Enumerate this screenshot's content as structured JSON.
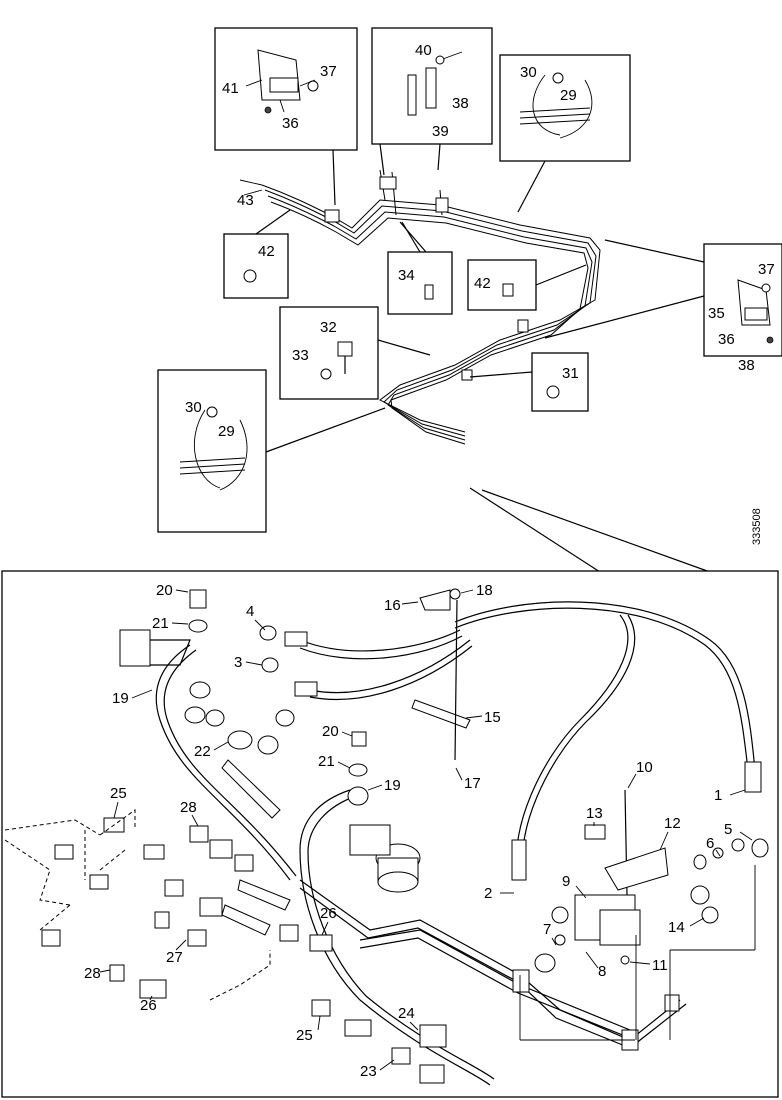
{
  "drawing_code": "333508",
  "top_labels": {
    "box_a": [
      "41",
      "37",
      "36"
    ],
    "box_b": [
      "40",
      "38",
      "39"
    ],
    "box_c": [
      "30",
      "29"
    ],
    "main_43": "43",
    "box_d": [
      "42"
    ],
    "box_e": [
      "34"
    ],
    "box_f": [
      "42"
    ],
    "box_g": [
      "37",
      "35",
      "36",
      "38"
    ],
    "box_h": [
      "32",
      "33"
    ],
    "box_i": [
      "31"
    ],
    "box_j": [
      "30",
      "29"
    ]
  },
  "detail_labels": {
    "l20a": "20",
    "l21a": "21",
    "l19a": "19",
    "l4": "4",
    "l3": "3",
    "l16": "16",
    "l18": "18",
    "l15": "15",
    "l17": "17",
    "l22": "22",
    "l20b": "20",
    "l21b": "21",
    "l19b": "19",
    "l10": "10",
    "l1": "1",
    "l13": "13",
    "l12": "12",
    "l5": "5",
    "l6": "6",
    "l25a": "25",
    "l28a": "28",
    "l9": "9",
    "l14": "14",
    "l2": "2",
    "l7": "7",
    "l8": "8",
    "l11": "11",
    "l26a": "26",
    "l27": "27",
    "l28b": "28",
    "l26b": "26",
    "l24": "24",
    "l25b": "25",
    "l23": "23"
  }
}
